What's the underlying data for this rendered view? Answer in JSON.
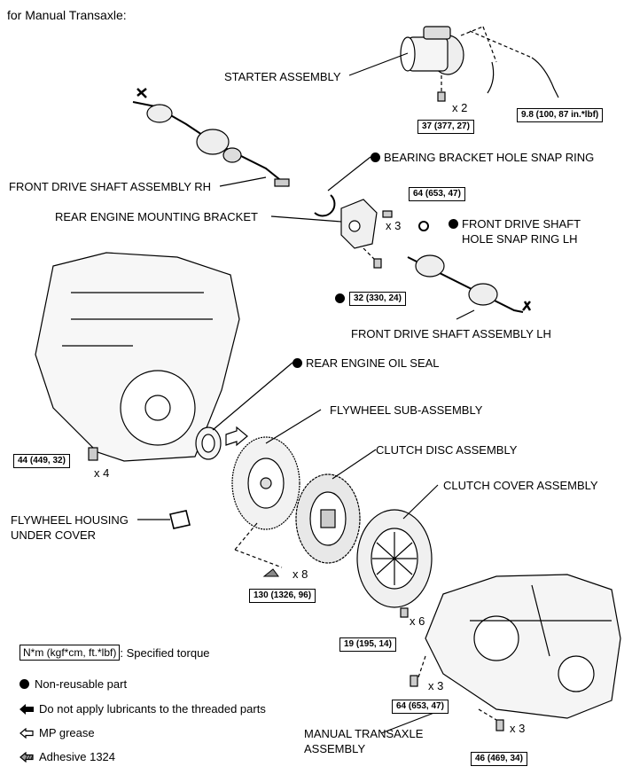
{
  "header": {
    "title": "for Manual Transaxle:"
  },
  "parts": {
    "starter": "STARTER ASSEMBLY",
    "shaft_rh": "FRONT DRIVE SHAFT ASSEMBLY RH",
    "bearing_snap": "BEARING BRACKET HOLE SNAP RING",
    "rear_bracket": "REAR ENGINE MOUNTING BRACKET",
    "shaft_snap_lh_1": "FRONT DRIVE SHAFT",
    "shaft_snap_lh_2": "HOLE SNAP RING LH",
    "shaft_lh": "FRONT DRIVE SHAFT ASSEMBLY LH",
    "oil_seal": "REAR ENGINE OIL SEAL",
    "flywheel": "FLYWHEEL SUB-ASSEMBLY",
    "clutch_disc": "CLUTCH DISC ASSEMBLY",
    "clutch_cover": "CLUTCH COVER ASSEMBLY",
    "housing_cover_1": "FLYWHEEL HOUSING",
    "housing_cover_2": "UNDER COVER",
    "transaxle_1": "MANUAL TRANSAXLE",
    "transaxle_2": "ASSEMBLY"
  },
  "torques": {
    "starter_bolt": "37 (377, 27)",
    "starter_nut": "9.8 (100, 87 in.*lbf)",
    "bracket_bolt": "64 (653, 47)",
    "bracket_lower": "32 (330, 24)",
    "engine_bolt": "44 (449, 32)",
    "flywheel_bolt": "130 (1326, 96)",
    "cover_bolt": "19 (195, 14)",
    "transaxle_bolt_1": "64 (653, 47)",
    "transaxle_bolt_2": "46 (469, 34)"
  },
  "quantities": {
    "starter": "x 2",
    "bracket": "x 3",
    "engine": "x 4",
    "flywheel": "x 8",
    "cover": "x 6",
    "transaxle_1": "x 3",
    "transaxle_2": "x 3"
  },
  "legend": {
    "torque_box": "N*m (kgf*cm, ft.*lbf)",
    "torque_text": ": Specified torque",
    "nonreusable": "Non-reusable part",
    "no_lubricant": "Do not apply lubricants to the threaded parts",
    "mp_grease": "MP grease",
    "adhesive": "Adhesive 1324"
  }
}
